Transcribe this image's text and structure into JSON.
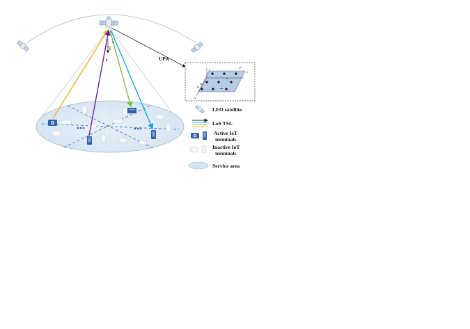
{
  "diagram": {
    "upa_label": "UPA",
    "angle_theta": "θ",
    "angle_phi": "φ",
    "axis_z": "z",
    "axis_x": "x",
    "axis_y": "y",
    "array_dim_n": "n",
    "array_dim_m": "m",
    "array_dim_p": "P",
    "dots": "•••"
  },
  "legend": {
    "satellite": "LEO satellite",
    "los_tsl": "LoS TSL",
    "active_iot": [
      "Active IoT",
      "terminals"
    ],
    "inactive_iot": [
      "Inactive IoT",
      "terminals"
    ],
    "service_area": "Service area"
  },
  "colors": {
    "beam_orange": "#f5b21c",
    "beam_purple": "#6a1fa0",
    "beam_green": "#7cc242",
    "beam_cyan": "#1aa6e0",
    "active_device": "#2f5fa8",
    "service_area_fill": "#dce8f4",
    "service_area_stroke": "#9fb7cf",
    "dashed_blue": "#3a66b5"
  }
}
